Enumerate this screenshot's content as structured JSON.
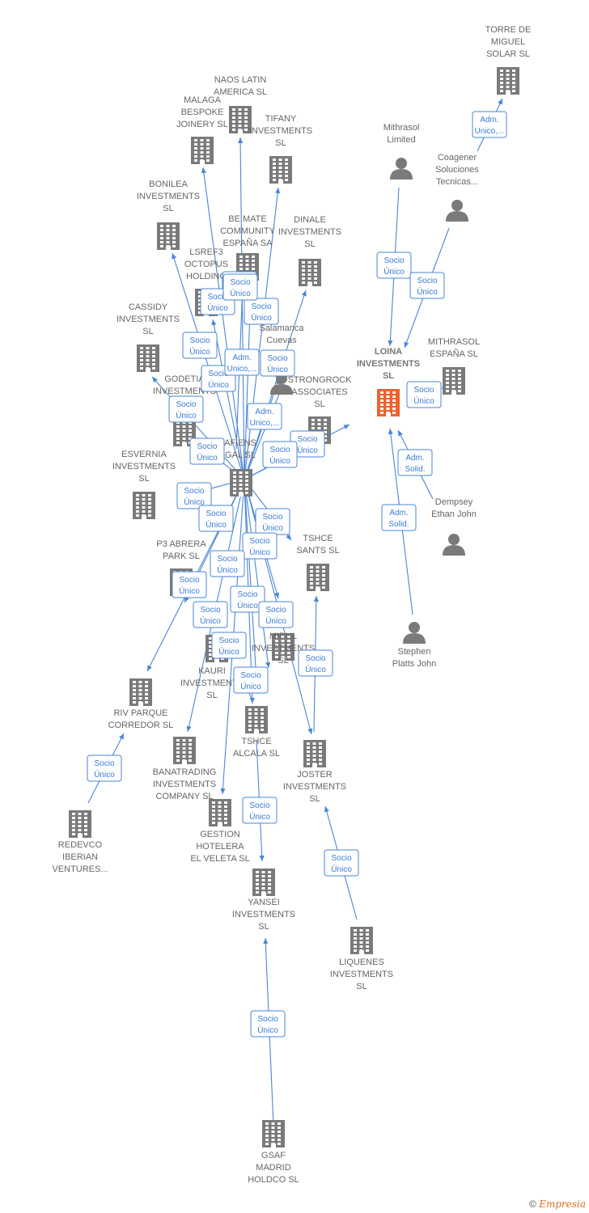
{
  "colors": {
    "edge": "#4a86d6",
    "company_icon": "#7a7a7a",
    "focus_icon": "#f0622c",
    "person_icon": "#7a7a7a",
    "label_text": "#666666"
  },
  "footer": {
    "copyright": "©",
    "brand": "Empresia"
  },
  "nodes": [
    {
      "id": "torre",
      "type": "company",
      "label": [
        "TORRE DE",
        "MIGUEL",
        "SOLAR SL"
      ]
    },
    {
      "id": "naos",
      "type": "company",
      "label": [
        "NAOS LATIN",
        "AMERICA  SL"
      ]
    },
    {
      "id": "malaga",
      "type": "company",
      "label": [
        "MALAGA",
        "BESPOKE",
        "JOINERY  SL"
      ]
    },
    {
      "id": "tifany",
      "type": "company",
      "label": [
        "TIFANY",
        "INVESTMENTS",
        "SL"
      ]
    },
    {
      "id": "mithrasol_ltd",
      "type": "person",
      "label": [
        "Mithrasol",
        "Limited"
      ]
    },
    {
      "id": "coagener",
      "type": "person",
      "label": [
        "Coagener",
        "Soluciones",
        "Tecnicas..."
      ]
    },
    {
      "id": "bonilea",
      "type": "company",
      "label": [
        "BONILEA",
        "INVESTMENTS",
        "SL"
      ]
    },
    {
      "id": "bemate",
      "type": "company",
      "label": [
        "BE MATE",
        "COMMUNITY",
        "ESPAÑA SA"
      ]
    },
    {
      "id": "dinale",
      "type": "company",
      "label": [
        "DINALE",
        "INVESTMENTS",
        "SL"
      ]
    },
    {
      "id": "lsref3",
      "type": "company",
      "label": [
        "LSREF3",
        "OCTOPUS",
        "HOLDING"
      ]
    },
    {
      "id": "cassidy",
      "type": "company",
      "label": [
        "CASSIDY",
        "INVESTMENTS",
        "SL"
      ]
    },
    {
      "id": "salamanca",
      "type": "person",
      "label": [
        "Salamanca",
        "Cuevas"
      ]
    },
    {
      "id": "loina",
      "type": "focus",
      "label": [
        "LOINA",
        "INVESTMENTS",
        "SL"
      ]
    },
    {
      "id": "mithrasol_es",
      "type": "company",
      "label": [
        "MITHRASOL",
        "ESPAÑA  SL"
      ]
    },
    {
      "id": "godetia",
      "type": "company",
      "label": [
        "GODETIA",
        "INVESTMENTS"
      ]
    },
    {
      "id": "strongrock",
      "type": "company",
      "label": [
        "STRONGROCK",
        "ASSOCIATES",
        "SL"
      ]
    },
    {
      "id": "afiens",
      "type": "company",
      "label": [
        "AFIENS",
        "GAL  SL"
      ]
    },
    {
      "id": "esvernia",
      "type": "company",
      "label": [
        "ESVERNIA",
        "INVESTMENTS",
        "SL"
      ]
    },
    {
      "id": "dempsey",
      "type": "person",
      "label": [
        "Dempsey",
        "Ethan John"
      ]
    },
    {
      "id": "p3abrera",
      "type": "company",
      "label": [
        "P3 ABRERA",
        "PARK  SL"
      ]
    },
    {
      "id": "tshce_sants",
      "type": "company",
      "label": [
        "TSHCE",
        "SANTS  SL"
      ]
    },
    {
      "id": "stephen",
      "type": "person",
      "label": [
        "Stephen",
        "Platts John"
      ]
    },
    {
      "id": "midul",
      "type": "company",
      "label": [
        "MIDUL",
        "INVESTMENTS",
        "SL"
      ]
    },
    {
      "id": "kauri",
      "type": "company",
      "label": [
        "KAURI",
        "INVESTMENTS",
        "SL"
      ]
    },
    {
      "id": "rivparque",
      "type": "company",
      "label": [
        "RIV PARQUE",
        "CORREDOR  SL"
      ]
    },
    {
      "id": "tshce_alcala",
      "type": "company",
      "label": [
        "TSHCE",
        "ALCALA  SL"
      ]
    },
    {
      "id": "banatrading",
      "type": "company",
      "label": [
        "BANATRADING",
        "INVESTMENTS",
        "COMPANY  SL"
      ]
    },
    {
      "id": "joster",
      "type": "company",
      "label": [
        "JOSTER",
        "INVESTMENTS",
        "SL"
      ]
    },
    {
      "id": "redevco",
      "type": "company",
      "label": [
        "REDEVCO",
        "IBERIAN",
        "VENTURES..."
      ]
    },
    {
      "id": "gestion",
      "type": "company",
      "label": [
        "GESTION",
        "HOTELERA",
        "EL VELETA  SL"
      ]
    },
    {
      "id": "yansei",
      "type": "company",
      "label": [
        "YANSEI",
        "INVESTMENTS",
        "SL"
      ]
    },
    {
      "id": "liquenes",
      "type": "company",
      "label": [
        "LIQUENES",
        "INVESTMENTS",
        "SL"
      ]
    },
    {
      "id": "gsaf",
      "type": "company",
      "label": [
        "GSAF",
        "MADRID",
        "HOLDCO  SL"
      ]
    }
  ],
  "edges": [
    {
      "label": [
        "Adm.",
        "Unico,..."
      ]
    },
    {
      "label": [
        "Socio",
        "Único"
      ]
    },
    {
      "label": [
        "Socio",
        "Único"
      ]
    },
    {
      "label": [
        "Socio",
        "Único"
      ]
    },
    {
      "label": [
        "Socio",
        "Único"
      ]
    },
    {
      "label": [
        "Socio",
        "Único"
      ]
    },
    {
      "label": [
        "Socio",
        "Único"
      ]
    },
    {
      "label": [
        "Socio",
        "Único"
      ]
    },
    {
      "label": [
        "Socio",
        "Único"
      ]
    },
    {
      "label": [
        "Adm.",
        "Unico,..."
      ]
    },
    {
      "label": [
        "Socio",
        "Único"
      ]
    },
    {
      "label": [
        "Socio",
        "Único"
      ]
    },
    {
      "label": [
        "Socio",
        "Único"
      ]
    },
    {
      "label": [
        "Socio",
        "Único"
      ]
    },
    {
      "label": [
        "Adm.",
        "Unico,..."
      ]
    },
    {
      "label": [
        "Socio",
        "Único"
      ]
    },
    {
      "label": [
        "Socio",
        "Único"
      ]
    },
    {
      "label": [
        "Socio",
        "Único"
      ]
    },
    {
      "label": [
        "Socio",
        "Único"
      ]
    },
    {
      "label": [
        "Socio",
        "Único"
      ]
    },
    {
      "label": [
        "Socio",
        "Único"
      ]
    },
    {
      "label": [
        "Socio",
        "Único"
      ]
    },
    {
      "label": [
        "Socio",
        "Único"
      ]
    },
    {
      "label": [
        "Socio",
        "Único"
      ]
    },
    {
      "label": [
        "Socio",
        "Único"
      ]
    },
    {
      "label": [
        "Socio",
        "Único"
      ]
    },
    {
      "label": [
        "Socio",
        "Único"
      ]
    },
    {
      "label": [
        "Socio",
        "Único"
      ]
    },
    {
      "label": [
        "Socio",
        "Único"
      ]
    },
    {
      "label": [
        "Adm.",
        "Solid."
      ]
    },
    {
      "label": [
        "Adm.",
        "Solid."
      ]
    },
    {
      "label": [
        "Socio",
        "Único"
      ]
    },
    {
      "label": [
        "Socio",
        "Único"
      ]
    },
    {
      "label": [
        "Socio",
        "Único"
      ]
    },
    {
      "label": [
        "Socio",
        "Único"
      ]
    },
    {
      "label": [
        "Socio",
        "Único"
      ]
    },
    {
      "label": [
        "Socio",
        "Único"
      ]
    }
  ]
}
